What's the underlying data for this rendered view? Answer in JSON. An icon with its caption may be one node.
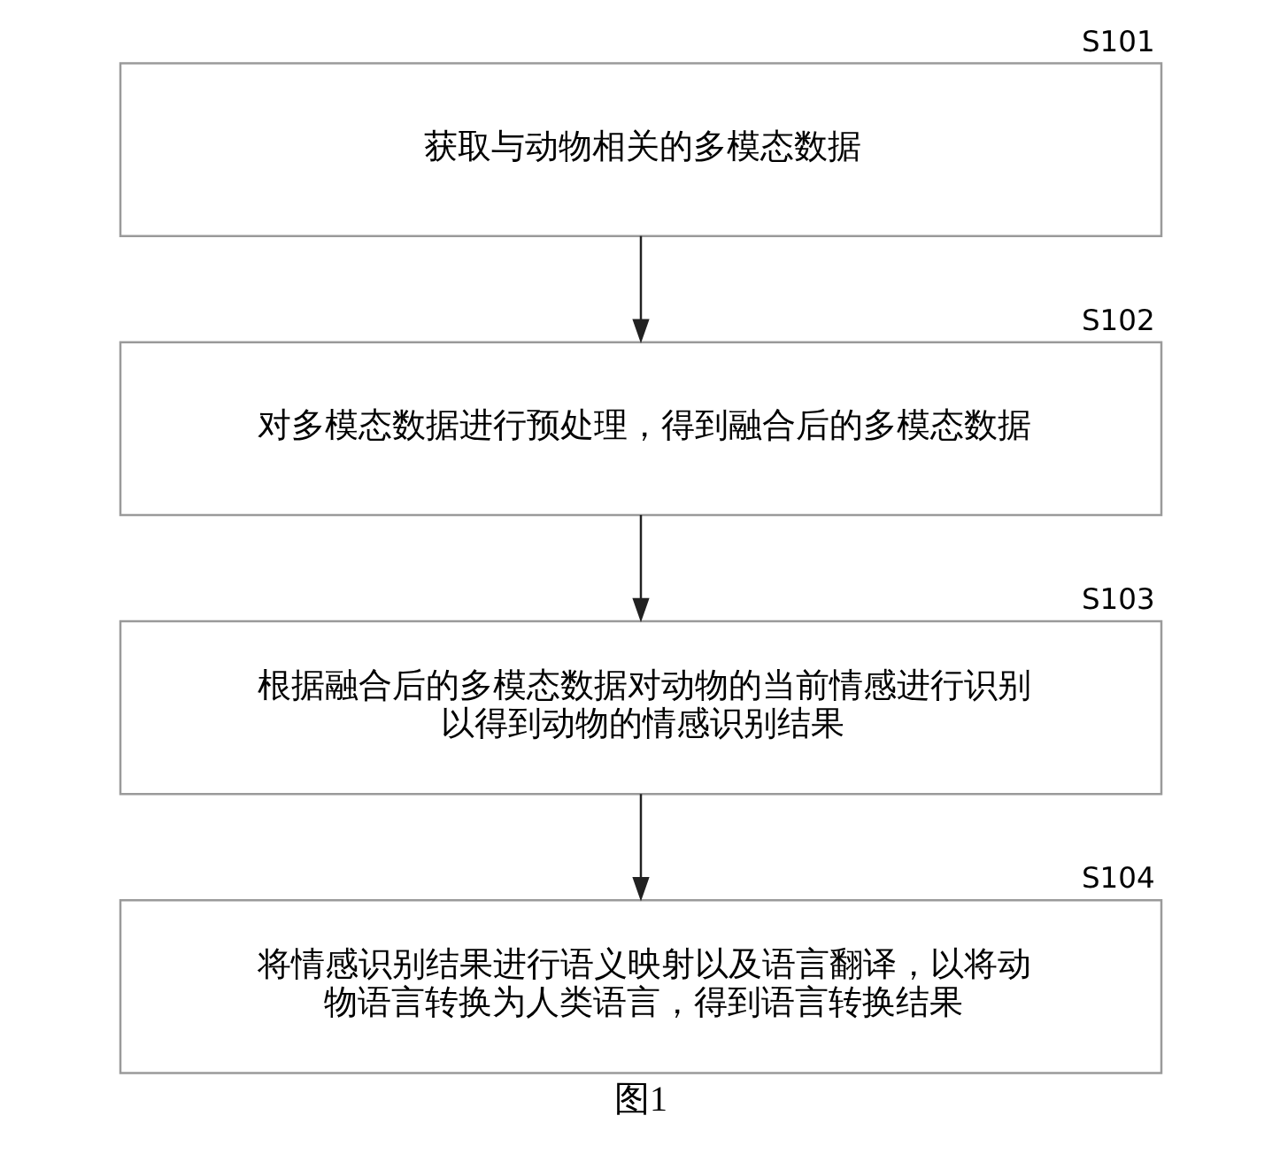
{
  "diagram": {
    "caption": "图1",
    "nodes": [
      {
        "text": [
          "获取与动物相关的多模态数据"
        ],
        "beside": [
          "S101"
        ]
      },
      {
        "text": [
          "对多模态数据进行预处理，得到融合后的多模态数据"
        ],
        "beside": [
          "S102"
        ]
      },
      {
        "text": [
          "根据融合后的多模态数据对动物的当前情感进行识别以得到动物的情感识别结果"
        ],
        "beside": [
          "S103"
        ]
      },
      {
        "text": [
          "将情感识别结果进行语义映射以及语言翻译，以将动物语言转换为人类语言，得到语言转换结果"
        ],
        "beside": [
          "S104"
        ]
      }
    ],
    "edges": [
      {
        "from": 0,
        "to": 1,
        "arrow": "to"
      },
      {
        "from": 1,
        "to": 2,
        "arrow": "to"
      },
      {
        "from": 2,
        "to": 3,
        "arrow": "to"
      }
    ]
  }
}
